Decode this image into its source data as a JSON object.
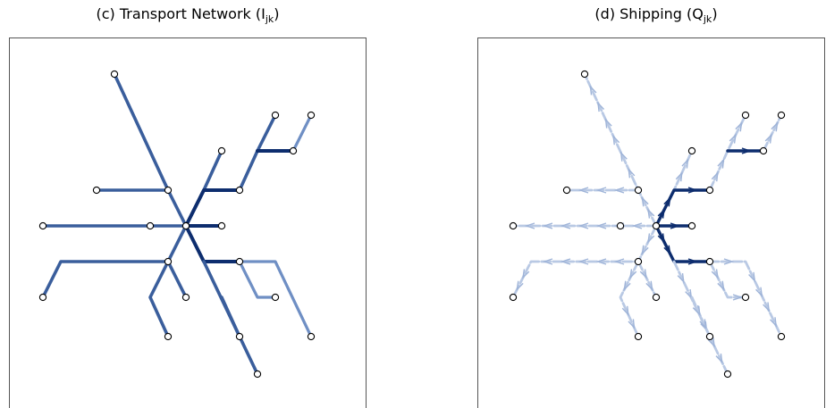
{
  "panels": [
    {
      "id": "c",
      "title_prefix": "(c) Transport Network (I",
      "title_sub": "jk",
      "title_suffix": ")",
      "style": "network"
    },
    {
      "id": "d",
      "title_prefix": "(d) Shipping (Q",
      "title_sub": "jk",
      "title_suffix": ")",
      "style": "shipping"
    }
  ],
  "colors": {
    "strong": "#0d2d6e",
    "medium": "#3a5e9c",
    "light": "#6f8fc4",
    "shipping_light": "#b9c9e4",
    "node_stroke": "#000000",
    "node_fill": "#ffffff"
  },
  "nodes": [
    {
      "id": "hub",
      "x": 0,
      "y": 0
    },
    {
      "id": "n1",
      "x": -4,
      "y": -8.5
    },
    {
      "id": "n2",
      "x": 2,
      "y": -4.2
    },
    {
      "id": "n3",
      "x": 3,
      "y": -2
    },
    {
      "id": "n4",
      "x": 5,
      "y": -6.2
    },
    {
      "id": "n5",
      "x": 7,
      "y": -6.2
    },
    {
      "id": "n6",
      "x": 6,
      "y": -4.2
    },
    {
      "id": "n7",
      "x": -1,
      "y": -2
    },
    {
      "id": "n8",
      "x": -5,
      "y": -2
    },
    {
      "id": "n9",
      "x": -2,
      "y": 0
    },
    {
      "id": "n10",
      "x": -8,
      "y": 0
    },
    {
      "id": "n11",
      "x": 2,
      "y": 0
    },
    {
      "id": "n12",
      "x": 3,
      "y": 2
    },
    {
      "id": "n13",
      "x": 5,
      "y": 4
    },
    {
      "id": "n14",
      "x": 7,
      "y": 6.2
    },
    {
      "id": "n15",
      "x": -1,
      "y": 2
    },
    {
      "id": "n16",
      "x": -8,
      "y": 4
    },
    {
      "id": "n17",
      "x": 0,
      "y": 4
    },
    {
      "id": "n18",
      "x": -1,
      "y": 6.2
    },
    {
      "id": "n19",
      "x": 3,
      "y": 6.2
    },
    {
      "id": "n20",
      "x": 4,
      "y": 8.3
    }
  ],
  "edges": [
    {
      "path": [
        [
          0,
          0
        ],
        [
          -1,
          -2
        ],
        [
          -4,
          -8.5
        ]
      ],
      "weight": "medium"
    },
    {
      "path": [
        [
          0,
          0
        ],
        [
          1,
          -2
        ],
        [
          2,
          -4.2
        ]
      ],
      "weight": "medium"
    },
    {
      "path": [
        [
          0,
          0
        ],
        [
          1,
          -2
        ],
        [
          3,
          -2
        ]
      ],
      "weight": "strong"
    },
    {
      "path": [
        [
          3,
          -2
        ],
        [
          4,
          -4.2
        ],
        [
          5,
          -6.2
        ]
      ],
      "weight": "medium"
    },
    {
      "path": [
        [
          4,
          -4.2
        ],
        [
          6,
          -4.2
        ]
      ],
      "weight": "strong"
    },
    {
      "path": [
        [
          6,
          -4.2
        ],
        [
          7,
          -6.2
        ]
      ],
      "weight": "light"
    },
    {
      "path": [
        [
          -1,
          -2
        ],
        [
          -5,
          -2
        ]
      ],
      "weight": "medium"
    },
    {
      "path": [
        [
          0,
          0
        ],
        [
          -8,
          0
        ]
      ],
      "weight": "medium"
    },
    {
      "path": [
        [
          0,
          0
        ],
        [
          2,
          0
        ]
      ],
      "weight": "strong"
    },
    {
      "path": [
        [
          0,
          0
        ],
        [
          1,
          2
        ],
        [
          3,
          2
        ]
      ],
      "weight": "strong"
    },
    {
      "path": [
        [
          3,
          2
        ],
        [
          5,
          2
        ],
        [
          7,
          6.2
        ]
      ],
      "weight": "light"
    },
    {
      "path": [
        [
          3,
          2
        ],
        [
          4,
          4
        ],
        [
          5,
          4
        ]
      ],
      "weight": "light"
    },
    {
      "path": [
        [
          1,
          2
        ],
        [
          4,
          8.3
        ]
      ],
      "weight": "medium"
    },
    {
      "path": [
        [
          2,
          4
        ],
        [
          3,
          6.2
        ]
      ],
      "weight": "medium"
    },
    {
      "path": [
        [
          0,
          0
        ],
        [
          -1,
          2
        ],
        [
          -7,
          2
        ],
        [
          -8,
          4
        ]
      ],
      "weight": "medium"
    },
    {
      "path": [
        [
          -1,
          2
        ],
        [
          0,
          4
        ]
      ],
      "weight": "medium"
    },
    {
      "path": [
        [
          -1,
          2
        ],
        [
          -2,
          4
        ],
        [
          -1,
          6.2
        ]
      ],
      "weight": "medium"
    }
  ]
}
